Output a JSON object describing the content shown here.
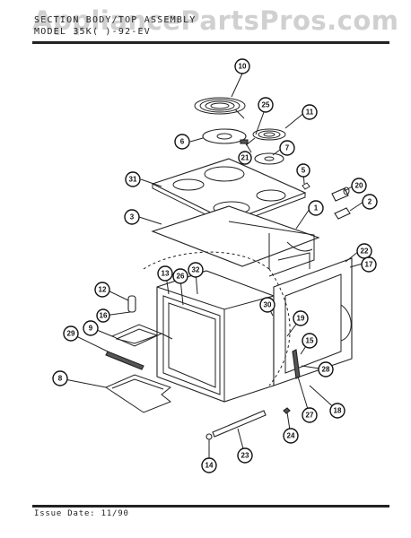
{
  "header": {
    "line1": "SECTION  BODY/TOP ASSEMBLY",
    "line2": "MODEL   35K( )-92-EV"
  },
  "watermark": "AppliancePartsPros.com",
  "footer": {
    "issue_date": "Issue Date: 11/90"
  },
  "callouts": [
    "10",
    "25",
    "11",
    "6",
    "21",
    "7",
    "5",
    "31",
    "20",
    "2",
    "3",
    "1",
    "22",
    "17",
    "12",
    "13",
    "26",
    "32",
    "30",
    "19",
    "16",
    "9",
    "29",
    "15",
    "28",
    "8",
    "27",
    "18",
    "24",
    "23",
    "14"
  ]
}
